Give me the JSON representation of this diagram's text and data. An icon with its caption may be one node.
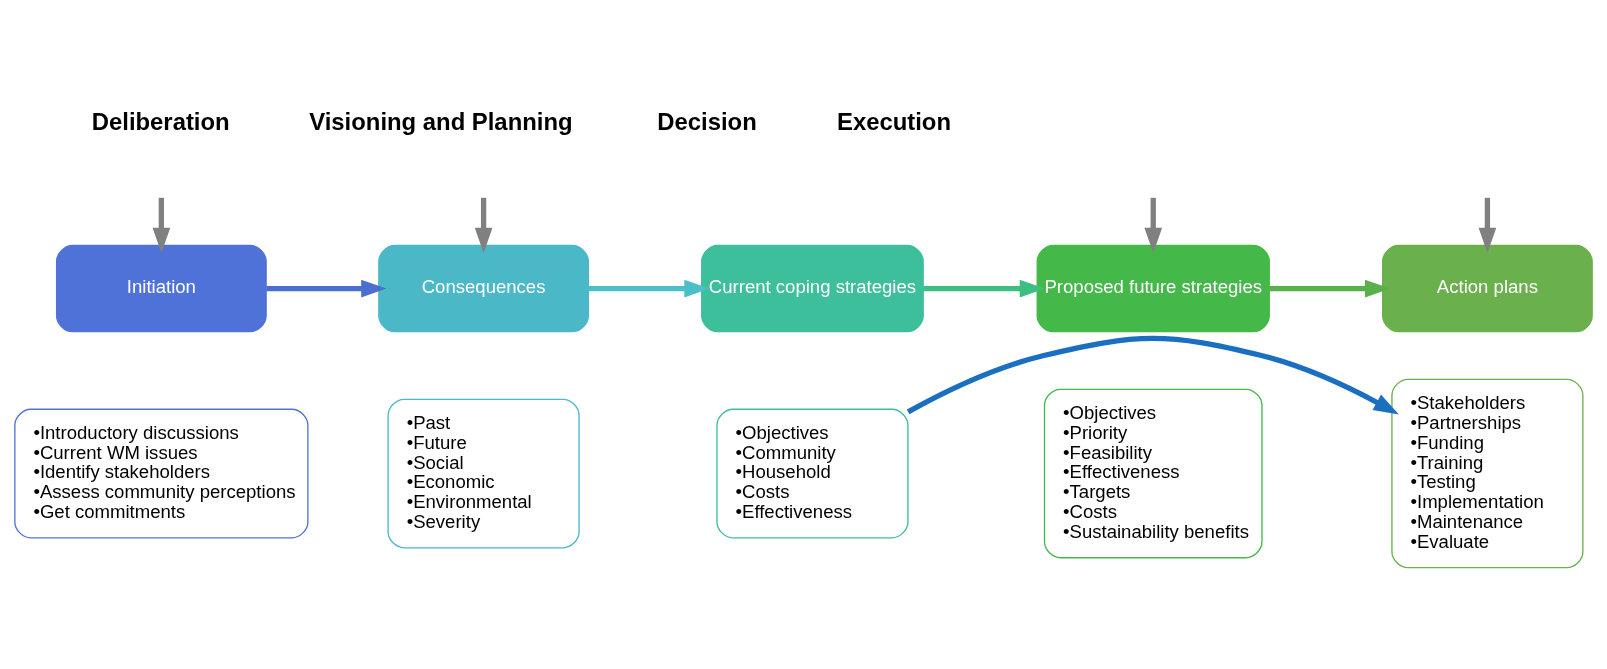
{
  "diagram": {
    "nodes": [
      {
        "text": [
          "Initiation"
        ]
      },
      {
        "text": [
          "Consequences"
        ]
      },
      {
        "text": [
          "Current coping strategies"
        ]
      },
      {
        "text": [
          "Proposed future strategies"
        ]
      },
      {
        "text": [
          "Action plans"
        ]
      },
      {
        "text": [
          "•Introductory discussions",
          "•Current WM issues",
          "•Identify stakeholders",
          "•Assess community perceptions",
          "•Get commitments"
        ]
      },
      {
        "text": [
          "•Past",
          "•Future",
          "•Social",
          "•Economic",
          "•Environmental",
          "•Severity"
        ]
      },
      {
        "text": [
          "•Objectives",
          "•Community",
          "•Household",
          "•Costs",
          "•Effectiveness"
        ]
      },
      {
        "text": [
          "•Objectives",
          "•Priority",
          "•Feasibility",
          "•Effectiveness",
          "•Targets",
          "•Costs",
          "•Sustainability benefits"
        ]
      },
      {
        "text": [
          "•Stakeholders",
          "•Partnerships",
          "•Funding",
          "•Training",
          "•Testing",
          "•Implementation",
          "•Maintenance",
          "•Evaluate"
        ]
      }
    ],
    "edges": [
      {
        "from": null,
        "to": 0,
        "arrow": "to",
        "color": "#808080"
      },
      {
        "from": null,
        "to": 1,
        "arrow": "to",
        "color": "#808080"
      },
      {
        "from": null,
        "to": 3,
        "arrow": "to",
        "color": "#808080"
      },
      {
        "from": null,
        "to": 4,
        "arrow": "to",
        "color": "#808080"
      },
      {
        "from": 0,
        "to": 1,
        "arrow": "to",
        "color": "#4a6fd0"
      },
      {
        "from": 1,
        "to": 2,
        "arrow": "to",
        "color": "#4bbfc8"
      },
      {
        "from": 2,
        "to": 3,
        "arrow": "to",
        "color": "#3cbf80"
      },
      {
        "from": 3,
        "to": 4,
        "arrow": "to",
        "color": "#5ab04a"
      },
      {
        "from": 7,
        "to": 9,
        "arrow": "to",
        "color": "#1a6fc0"
      }
    ],
    "labels": [
      "Deliberation",
      "Visioning and Planning",
      "Decision",
      "Execution"
    ]
  }
}
